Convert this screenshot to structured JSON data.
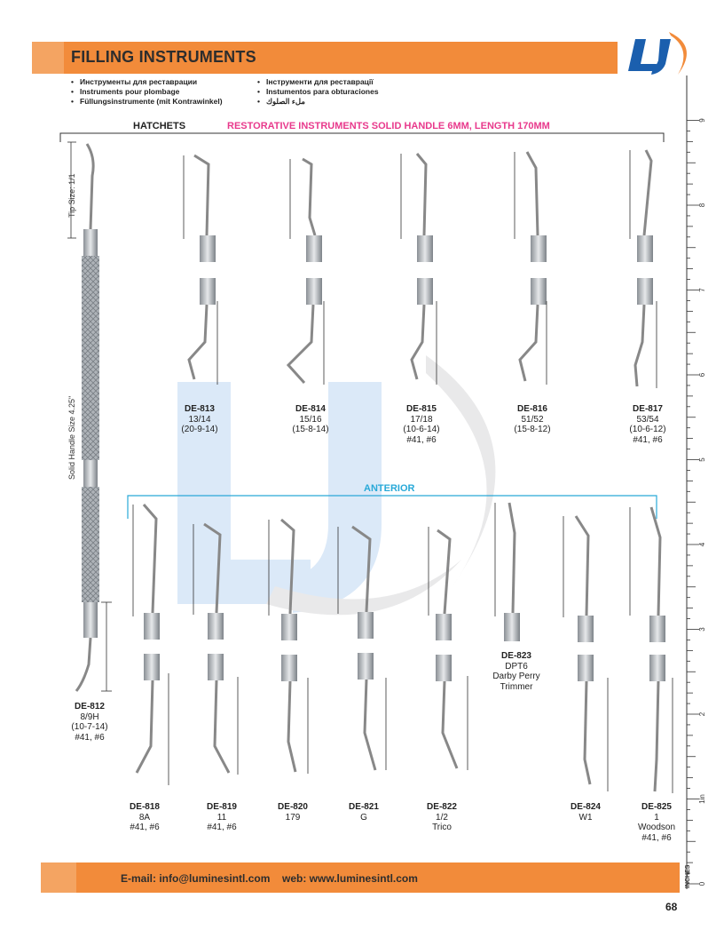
{
  "header": {
    "title": "FILLING INSTRUMENTS",
    "languages_left": [
      "Инструменты для реставрации",
      "Instruments pour plombage",
      "Füllungsinstrumente (mit Kontrawinkel)"
    ],
    "languages_right": [
      "Інструменти для реставрації",
      "Instumentos para obturaciones",
      "ملء الصلوك"
    ]
  },
  "sections": {
    "hatchets": "HATCHETS",
    "restorative": "RESTORATIVE INSTRUMENTS SOLID HANDLE 6MM, LENGTH 170MM",
    "anterior": "ANTERIOR"
  },
  "handle": {
    "tip_size": "Tip Size: 1/1",
    "solid_handle_size": "Solid Handle Size 4.25\""
  },
  "instruments": {
    "de812": {
      "code": "DE-812",
      "lines": [
        "8/9H",
        "(10-7-14)",
        "#41, #6"
      ]
    },
    "de813": {
      "code": "DE-813",
      "lines": [
        "13/14",
        "(20-9-14)"
      ]
    },
    "de814": {
      "code": "DE-814",
      "lines": [
        "15/16",
        "(15-8-14)"
      ]
    },
    "de815": {
      "code": "DE-815",
      "lines": [
        "17/18",
        "(10-6-14)",
        "#41, #6"
      ]
    },
    "de816": {
      "code": "DE-816",
      "lines": [
        "51/52",
        "(15-8-12)"
      ]
    },
    "de817": {
      "code": "DE-817",
      "lines": [
        "53/54",
        "(10-6-12)",
        "#41, #6"
      ]
    },
    "de818": {
      "code": "DE-818",
      "lines": [
        "8A",
        "#41, #6"
      ]
    },
    "de819": {
      "code": "DE-819",
      "lines": [
        "11",
        "#41, #6"
      ]
    },
    "de820": {
      "code": "DE-820",
      "lines": [
        "179"
      ]
    },
    "de821": {
      "code": "DE-821",
      "lines": [
        "G"
      ]
    },
    "de822": {
      "code": "DE-822",
      "lines": [
        "1/2",
        "Trico"
      ]
    },
    "de823": {
      "code": "DE-823",
      "lines": [
        "DPT6",
        "Darby Perry",
        "Trimmer"
      ]
    },
    "de824": {
      "code": "DE-824",
      "lines": [
        "W1"
      ]
    },
    "de825": {
      "code": "DE-825",
      "lines": [
        "1",
        "Woodson",
        "#41, #6"
      ]
    }
  },
  "ruler": {
    "unit_label": "INCHES",
    "numbers": [
      "0",
      "1in",
      "2",
      "3",
      "4",
      "5",
      "6",
      "7",
      "8",
      "9"
    ]
  },
  "footer": {
    "email": "E-mail: info@luminesintl.com",
    "web": "web: www.luminesintl.com",
    "page_number": "68"
  },
  "colors": {
    "orange": "#f28b3a",
    "light_orange": "#f4a462",
    "pink": "#e8398c",
    "cyan": "#29a9d8",
    "logo_blue": "#1b5fae"
  }
}
